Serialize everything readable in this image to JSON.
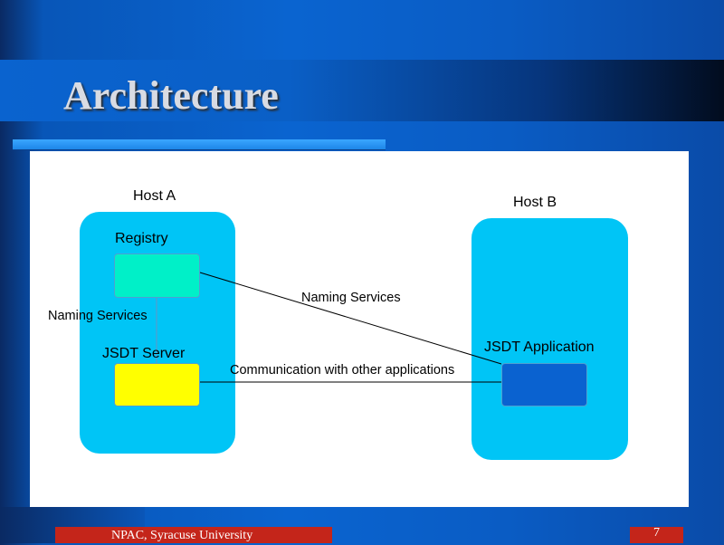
{
  "slide": {
    "title": "Architecture",
    "footer_left": "NPAC, Syracuse University",
    "page_number": "7"
  },
  "diagram": {
    "host_a": {
      "label": "Host A",
      "registry_label": "Registry",
      "server_label": "JSDT Server",
      "naming_label": "Naming Services"
    },
    "host_b": {
      "label": "Host B",
      "app_label": "JSDT Application"
    },
    "links": {
      "naming_services": "Naming Services",
      "communication": "Communication with other applications"
    }
  },
  "colors": {
    "host_fill": "#00c5f6",
    "registry_fill": "#00f0c8",
    "server_fill": "#ffff00",
    "app_fill": "#0a62d0",
    "footer_bar": "#c4251a"
  }
}
